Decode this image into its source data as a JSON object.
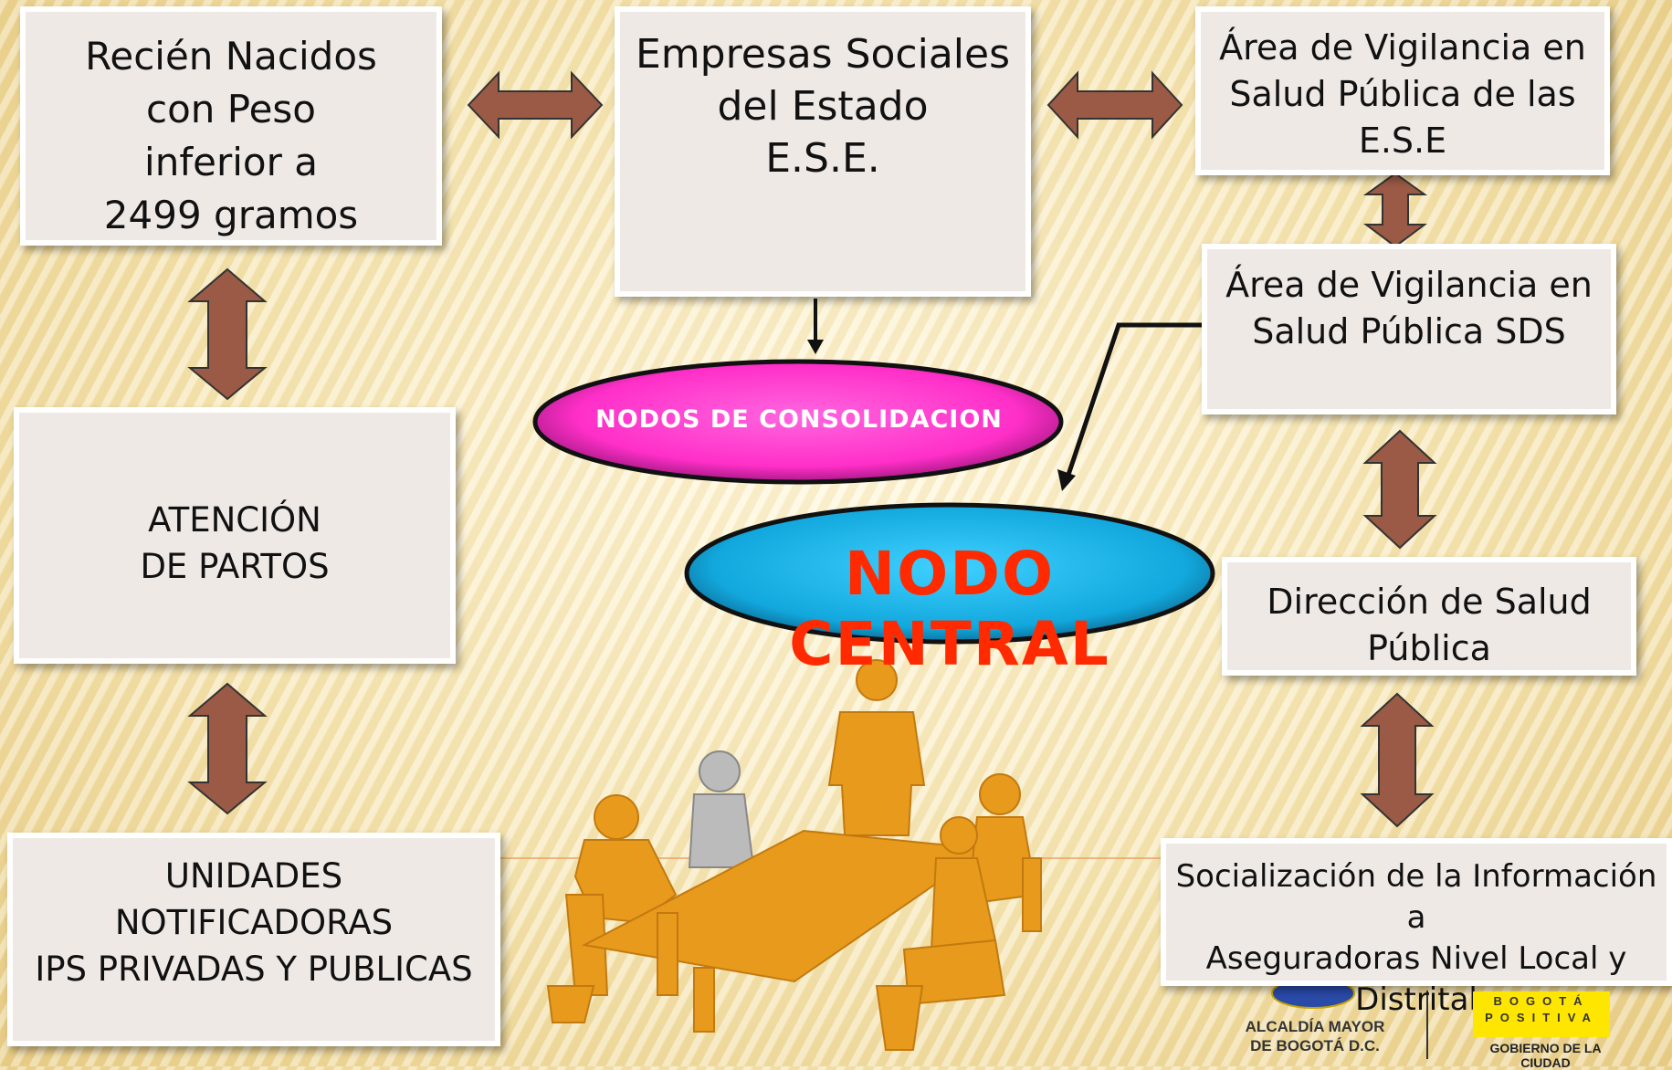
{
  "boxes": {
    "recien_nacidos": "Recién Nacidos\ncon Peso\ninferior a\n2499 gramos",
    "ese": "Empresas Sociales\ndel Estado\nE.S.E.",
    "avsp_ese": "Área de Vigilancia en\nSalud Pública de las\nE.S.E",
    "avsp_sds": "Área de Vigilancia en\nSalud Pública SDS",
    "atencion_partos": "ATENCIÓN\nDE PARTOS",
    "direccion_salud": "Dirección de Salud\nPública",
    "unidades": "UNIDADES\nNOTIFICADORAS\nIPS PRIVADAS  Y PUBLICAS",
    "socializacion": "Socialización de la Información a\nAseguradoras Nivel Local y\nDistrital"
  },
  "nodes": {
    "consolidacion": "NODOS DE CONSOLIDACION",
    "central": "NODO CENTRAL"
  },
  "logos": {
    "alcaldia": "ALCALDÍA MAYOR\nDE BOGOTÁ D.C.",
    "bogota_positiva": "BOGOTÁ\nPOSITIVA",
    "gobierno": "GOBIERNO DE LA CIUDAD"
  },
  "colors": {
    "arrow": "#9a5a45",
    "consolidacion_fill": "#ff3ad0",
    "central_fill": "#15b8e8",
    "central_text": "#ff2a00",
    "people": "#e89a1c"
  }
}
